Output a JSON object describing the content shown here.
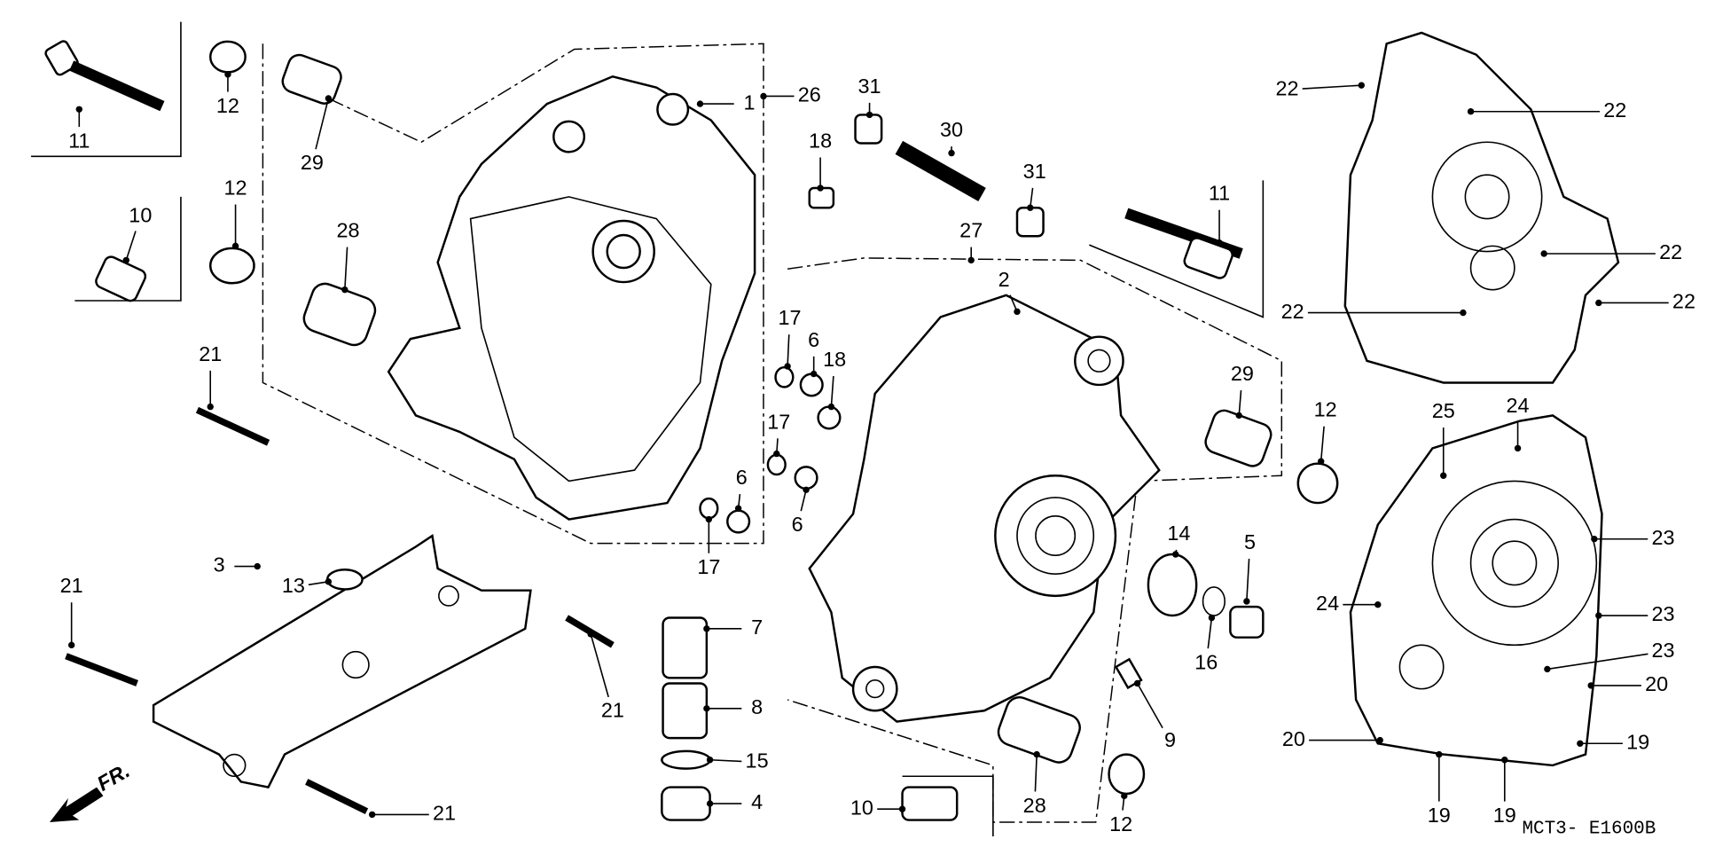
{
  "diagram_code": "MCT3- E1600B",
  "front_arrow_label": "FR.",
  "callouts": [
    "11",
    "12",
    "29",
    "1",
    "26",
    "31",
    "30",
    "18",
    "31",
    "12",
    "10",
    "28",
    "27",
    "11",
    "2",
    "21",
    "17",
    "6",
    "18",
    "17",
    "29",
    "6",
    "6",
    "17",
    "14",
    "5",
    "12",
    "3",
    "13",
    "21",
    "7",
    "16",
    "8",
    "21",
    "9",
    "15",
    "4",
    "21",
    "10",
    "28",
    "12",
    "22",
    "22",
    "22",
    "22",
    "22",
    "25",
    "24",
    "23",
    "24",
    "23",
    "23",
    "20",
    "20",
    "19",
    "19",
    "19"
  ],
  "colors": {
    "ink": "#000000",
    "background": "#ffffff"
  }
}
